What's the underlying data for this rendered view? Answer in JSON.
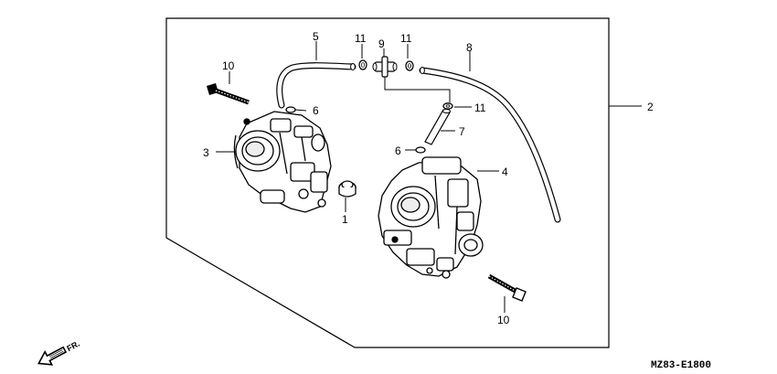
{
  "diagram": {
    "figure_code": "MZ83-E1800",
    "direction_label": "FR.",
    "callouts": {
      "c1": "1",
      "c2": "2",
      "c3": "3",
      "c4": "4",
      "c5": "5",
      "c6a": "6",
      "c6b": "6",
      "c7": "7",
      "c8": "8",
      "c9": "9",
      "c10a": "10",
      "c10b": "10",
      "c11a": "11",
      "c11b": "11",
      "c11c": "11"
    }
  }
}
